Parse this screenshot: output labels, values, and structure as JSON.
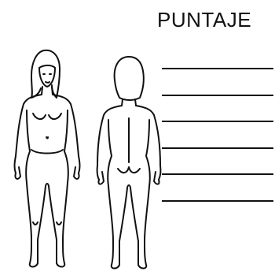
{
  "heading": "PUNTAJE",
  "colors": {
    "ink": "#111111",
    "background": "#ffffff"
  },
  "figures": [
    {
      "name": "front-view",
      "icon": "female-body-front-outline-icon"
    },
    {
      "name": "back-view",
      "icon": "female-body-back-outline-icon"
    }
  ],
  "score_lines_count": 6
}
